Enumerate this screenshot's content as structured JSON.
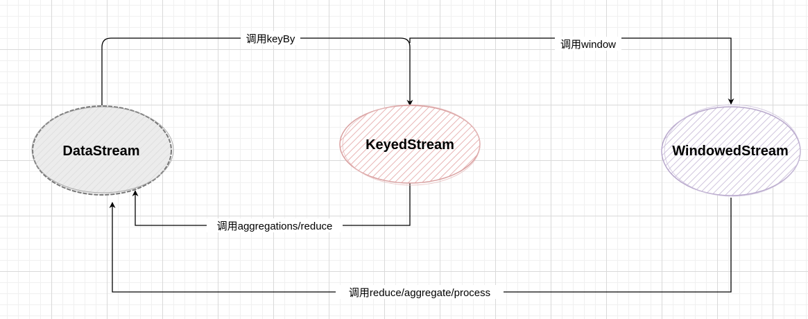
{
  "nodes": {
    "datastream": {
      "label": "DataStream",
      "fill": "#ececec",
      "stroke": "#777777"
    },
    "keyedstream": {
      "label": "KeyedStream",
      "fill": "#f4cccc",
      "stroke": "#d9a0a0"
    },
    "windowedstream": {
      "label": "WindowedStream",
      "fill": "#ddd2e8",
      "stroke": "#b8a8cc"
    }
  },
  "edges": {
    "keyby": {
      "label": "调用keyBy"
    },
    "window": {
      "label": "调用window"
    },
    "aggregations_reduce": {
      "label": "调用aggregations/reduce"
    },
    "reduce_aggregate_process": {
      "label": "调用reduce/aggregate/process"
    }
  }
}
